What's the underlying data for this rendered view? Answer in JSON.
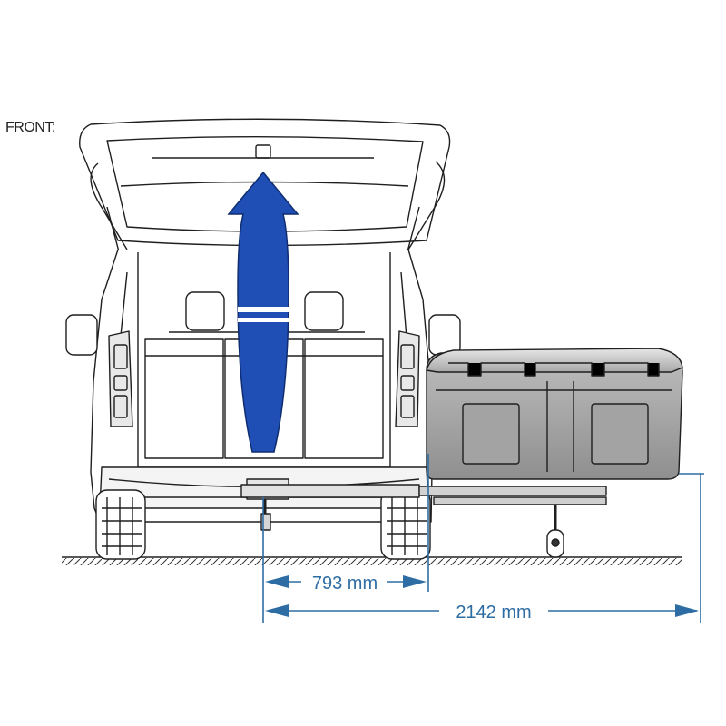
{
  "labels": {
    "front": "FRONT:"
  },
  "dimensions": {
    "hitch_to_rear": "793 mm",
    "total_extension": "2142 mm"
  },
  "colors": {
    "line": "#1f1f1f",
    "dimension": "#2e6da4",
    "arrow_fill": "#1f4fb4",
    "arrow_stroke": "#0f2d70",
    "box_dark": "#8c8c8c",
    "box_light": "#c9c9c9"
  },
  "icons": {
    "lift_arrow": "double-headed-vertical-arrow"
  }
}
